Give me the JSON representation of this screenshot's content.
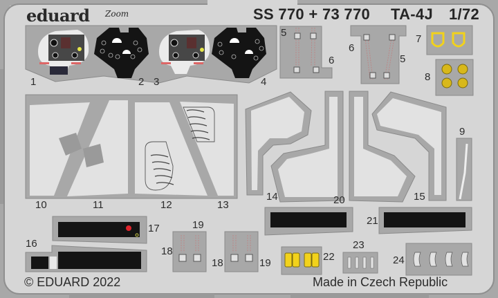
{
  "sheet": {
    "brand": "eduard",
    "sub_brand": "Zoom",
    "product_code": "SS 770 + 73 770",
    "aircraft": "TA-4J",
    "scale": "1/72",
    "copyright": "© EDUARD 2022",
    "origin": "Made in Czech Republic"
  },
  "colors": {
    "fret_background": "#d6d6d6",
    "fret_frame": "#9c9c9c",
    "part_gray": "#a9a9a9",
    "part_light": "#e2e2e2",
    "panel_black": "#141414",
    "yellow": "#f2d21b",
    "red_knob": "#e0242c"
  },
  "parts": [
    {
      "number": "1",
      "description": "instrument panel (colored)"
    },
    {
      "number": "2",
      "description": "instrument panel (black)"
    },
    {
      "number": "3",
      "description": "instrument panel (colored)"
    },
    {
      "number": "4",
      "description": "instrument panel (black)"
    },
    {
      "number": "5",
      "description": "seatbelts"
    },
    {
      "number": "6",
      "description": "seatbelts"
    },
    {
      "number": "7",
      "description": "yellow handles"
    },
    {
      "number": "8",
      "description": "yellow ejection handles"
    },
    {
      "number": "9",
      "description": "lever"
    },
    {
      "number": "10",
      "description": "side panel"
    },
    {
      "number": "11",
      "description": "side panel"
    },
    {
      "number": "12",
      "description": "side panel"
    },
    {
      "number": "13",
      "description": "side panel"
    },
    {
      "number": "14",
      "description": "seat frame"
    },
    {
      "number": "15",
      "description": "seat frame"
    },
    {
      "number": "16",
      "description": "side console"
    },
    {
      "number": "17",
      "description": "side console"
    },
    {
      "number": "18",
      "description": "harness buckles"
    },
    {
      "number": "19",
      "description": "harness straps"
    },
    {
      "number": "20",
      "description": "console panel"
    },
    {
      "number": "21",
      "description": "console panel"
    },
    {
      "number": "22",
      "description": "yellow handles"
    },
    {
      "number": "23",
      "description": "small parts"
    },
    {
      "number": "24",
      "description": "handles"
    }
  ],
  "labels": {
    "p1": "1",
    "p2": "2",
    "p3": "3",
    "p4": "4",
    "p5a": "5",
    "p6a": "6",
    "p6b": "6",
    "p5b": "5",
    "p7": "7",
    "p8": "8",
    "p9": "9",
    "p10": "10",
    "p11": "11",
    "p12": "12",
    "p13": "13",
    "p14": "14",
    "p15": "15",
    "p16": "16",
    "p17": "17",
    "p18a": "18",
    "p19a": "19",
    "p18b": "18",
    "p19b": "19",
    "p20": "20",
    "p21": "21",
    "p22": "22",
    "p23": "23",
    "p24": "24"
  }
}
